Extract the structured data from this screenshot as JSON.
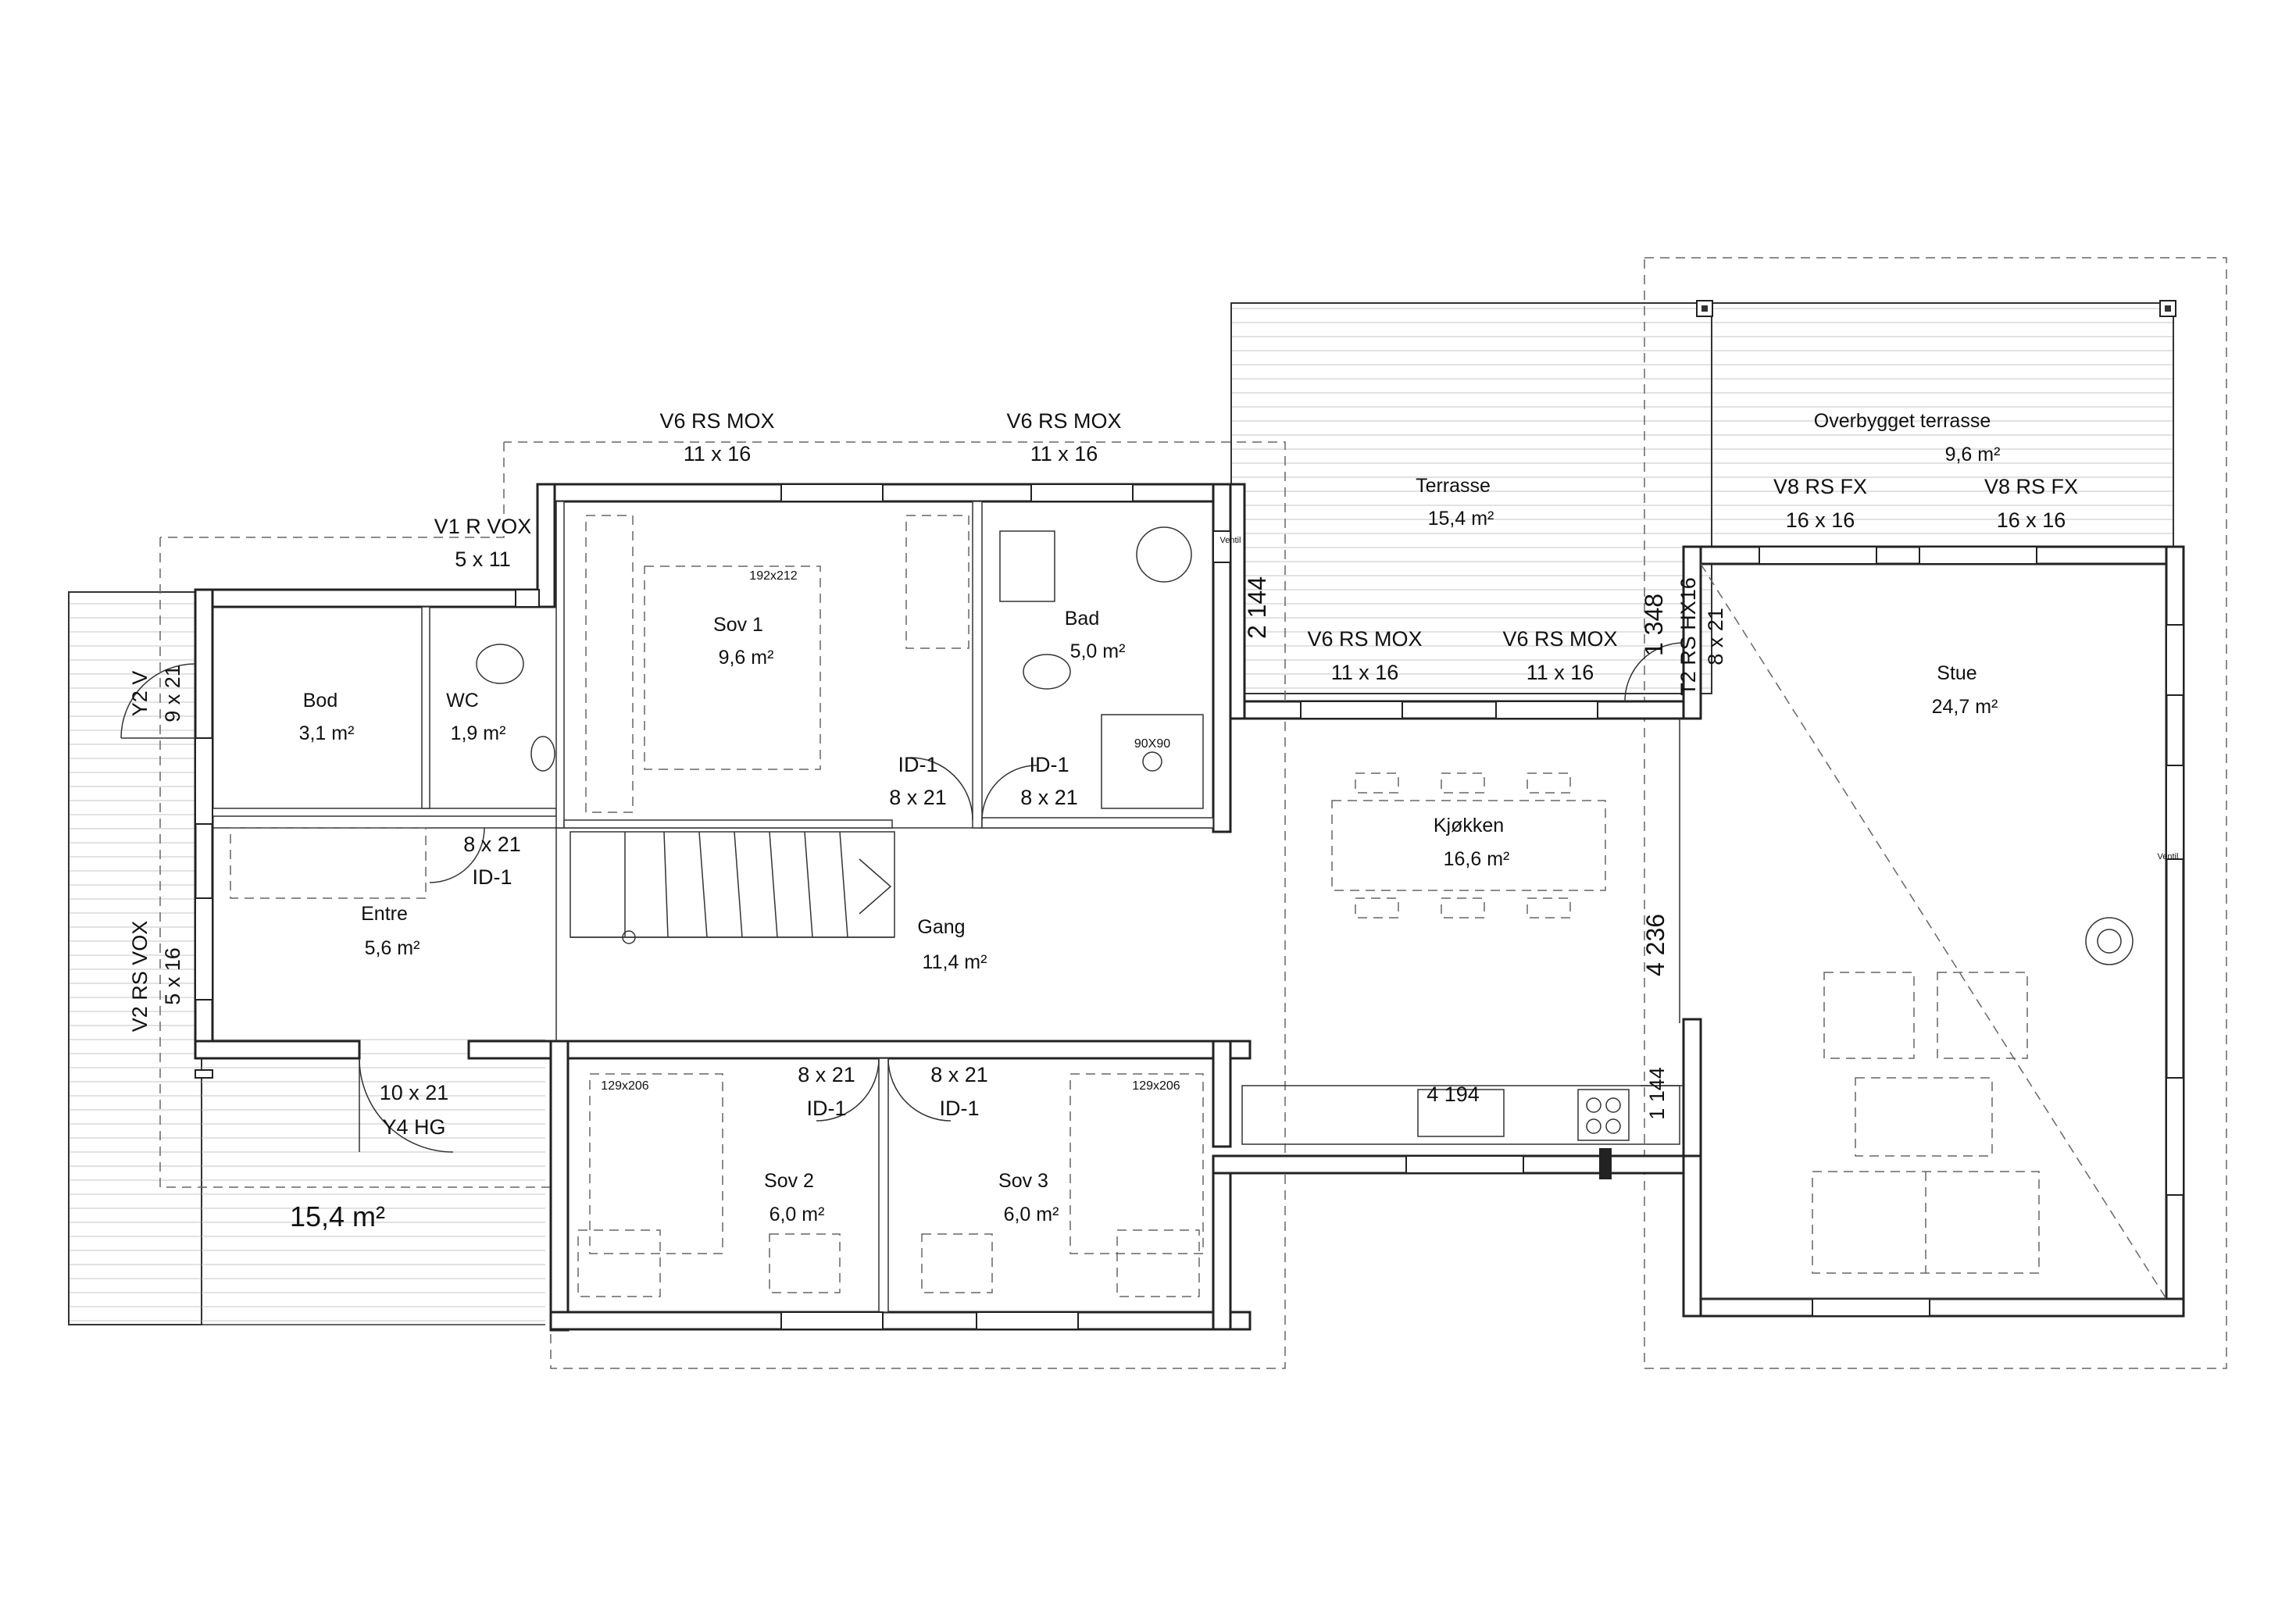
{
  "rooms": {
    "bod": {
      "name": "Bod",
      "area": "3,1 m²"
    },
    "wc": {
      "name": "WC",
      "area": "1,9 m²"
    },
    "sov1": {
      "name": "Sov 1",
      "area": "9,6 m²"
    },
    "bad": {
      "name": "Bad",
      "area": "5,0 m²"
    },
    "entre": {
      "name": "Entre",
      "area": "5,6 m²"
    },
    "gang": {
      "name": "Gang",
      "area": "11,4 m²"
    },
    "sov2": {
      "name": "Sov 2",
      "area": "6,0 m²"
    },
    "sov3": {
      "name": "Sov 3",
      "area": "6,0 m²"
    },
    "kjokken": {
      "name": "Kjøkken",
      "area": "16,6 m²"
    },
    "stue": {
      "name": "Stue",
      "area": "24,7 m²"
    },
    "terrasse": {
      "name": "Terrasse",
      "area": "15,4 m²"
    },
    "overbygget": {
      "name": "Overbygget terrasse",
      "area": "9,6 m²"
    },
    "deck_left": {
      "area": "15,4 m²"
    }
  },
  "windows": {
    "w1": {
      "type": "V6 RS MOX",
      "size": "11 x 16"
    },
    "w2": {
      "type": "V6 RS MOX",
      "size": "11 x 16"
    },
    "w3": {
      "type": "V1 R VOX",
      "size": "5 x 11"
    },
    "w4": {
      "type": "V6 RS MOX",
      "size": "11 x 16"
    },
    "w5": {
      "type": "V6 RS MOX",
      "size": "11 x 16"
    },
    "w6": {
      "type": "V8 RS FX",
      "size": "16 x 16"
    },
    "w7": {
      "type": "V8 RS FX",
      "size": "16 x 16"
    },
    "w8": {
      "type": "V2 RS VOX",
      "size": "5 x 16"
    }
  },
  "doors": {
    "y2v": {
      "type": "Y2 V",
      "size": "9 x 21"
    },
    "t2": {
      "type": "T2 RS HX16",
      "size": "8 x 21"
    },
    "y4": {
      "type": "Y4 HG",
      "size": "10 x 21"
    },
    "id_wc": {
      "type": "ID-1",
      "size": "8 x 21"
    },
    "id_sov1": {
      "type": "ID-1",
      "size": "8 x 21"
    },
    "id_bad": {
      "type": "ID-1",
      "size": "8 x 21"
    },
    "id_sov2": {
      "type": "ID-1",
      "size": "8 x 21"
    },
    "id_sov3": {
      "type": "ID-1",
      "size": "8 x 21"
    }
  },
  "dimensions": {
    "d2144": "2 144",
    "d1348": "1 348",
    "d4236": "4 236",
    "d1144": "1 144",
    "d4194": "4 194"
  },
  "furniture": {
    "bed_sov1": "192x212",
    "bed_sov2": "129x206",
    "bed_sov3": "129x206",
    "shower": "90X90"
  },
  "vent_label": "Ventil"
}
